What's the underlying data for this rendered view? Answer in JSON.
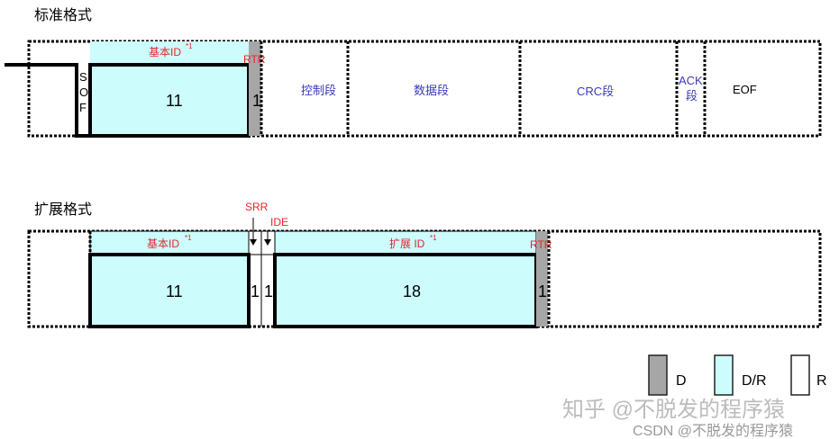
{
  "colors": {
    "dominant": "#a6a6a6",
    "dominant_or_recessive": "#ccfcfc",
    "recessive": "#ffffff",
    "label_red": "#e8242a",
    "label_blue": "#3a3ab8"
  },
  "standard": {
    "title": "标准格式",
    "sof": [
      "S",
      "O",
      "F"
    ],
    "base_id_label": "基本ID",
    "base_id_sup": "*1",
    "base_id_bits": "11",
    "rtr_label": "RTR",
    "rtr_bits": "1",
    "control": "控制段",
    "data": "数据段",
    "crc": "CRC段",
    "ack_line1": "ACK",
    "ack_line2": "段",
    "eof": "EOF"
  },
  "extended": {
    "title": "扩展格式",
    "base_id_label": "基本ID",
    "base_id_sup": "*1",
    "base_id_bits": "11",
    "srr_label": "SRR",
    "srr_bits": "1",
    "ide_label": "IDE",
    "ide_bits": "1",
    "ext_id_label": "扩展 ID",
    "ext_id_sup": "*1",
    "ext_id_bits": "18",
    "rtr_label": "RTR",
    "rtr_bits": "1"
  },
  "legend": {
    "dominant": "D",
    "dominant_or_recessive": "D/R",
    "recessive": "R"
  },
  "watermark": {
    "zhihu": "知乎 @不脱发的程序猿",
    "csdn": "CSDN @不脱发的程序猿"
  }
}
